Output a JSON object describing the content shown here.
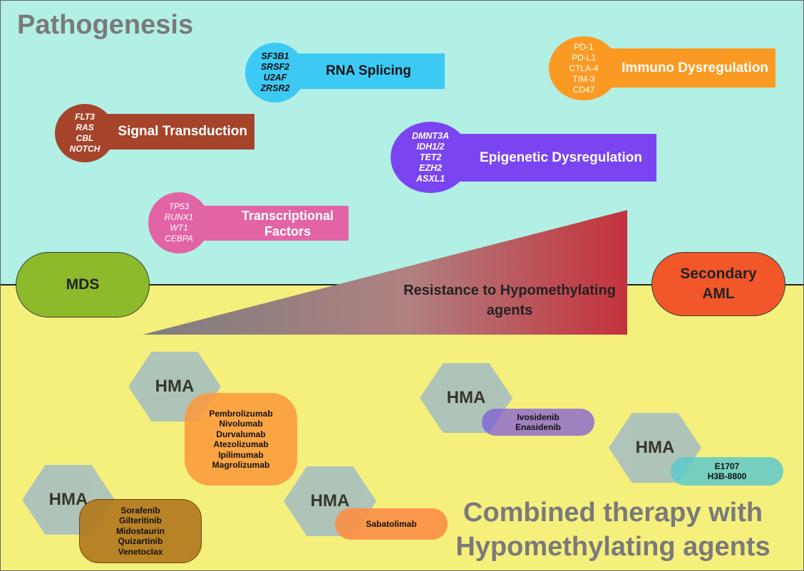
{
  "sections": {
    "top_title": "Pathogenesis",
    "bottom_title": "Combined therapy with Hypomethylating agents"
  },
  "pathways": [
    {
      "label": "RNA Splicing",
      "genes": [
        "SF3B1",
        "SRSF2",
        "U2AF",
        "ZRSR2"
      ],
      "color": "#3ccaf5"
    },
    {
      "label": "Immuno Dysregulation",
      "genes": [
        "PD-1",
        "PD-L1",
        "CTLA-4",
        "TIM-3",
        "CD47"
      ],
      "color": "#fb9a22"
    },
    {
      "label": "Signal Transduction",
      "genes": [
        "FLT3",
        "RAS",
        "CBL",
        "NOTCH"
      ],
      "color": "#a5442a"
    },
    {
      "label": "Epigenetic Dysregulation",
      "genes": [
        "DMNT3A",
        "IDH1/2",
        "TET2",
        "EZH2",
        "ASXL1"
      ],
      "color": "#7a45f0"
    },
    {
      "label": "Transcriptional Factors",
      "genes": [
        "TP53",
        "RUNX1",
        "WT1",
        "CEBPA"
      ],
      "color": "#e264a6"
    }
  ],
  "stages": {
    "start": {
      "label": "MDS",
      "color": "#8cba2a"
    },
    "end": {
      "label": "Secondary AML",
      "color": "#f2572a"
    }
  },
  "resistance": {
    "label": "Resistance to Hypomethylating agents"
  },
  "therapies": [
    {
      "hma": "HMA",
      "drugs": [
        "Pembrolizumab",
        "Nivolumab",
        "Durvalumab",
        "Atezolizumab",
        "Ipilimumab",
        "Magrolizumab"
      ],
      "color": "#fb9a3c"
    },
    {
      "hma": "HMA",
      "drugs": [
        "Ivosidenib",
        "Enasidenib"
      ],
      "color": "#9b7ad6"
    },
    {
      "hma": "HMA",
      "drugs": [
        "E1707",
        "H3B-8800"
      ],
      "color": "#6ccccc"
    },
    {
      "hma": "HMA",
      "drugs": [
        "Sorafenib",
        "Gilteritinib",
        "Midostaurin",
        "Quizartinib",
        "Venetoclax"
      ],
      "color": "#b2781e"
    },
    {
      "hma": "HMA",
      "drugs": [
        "Sabatolimab"
      ],
      "color": "#fb8f45"
    }
  ]
}
